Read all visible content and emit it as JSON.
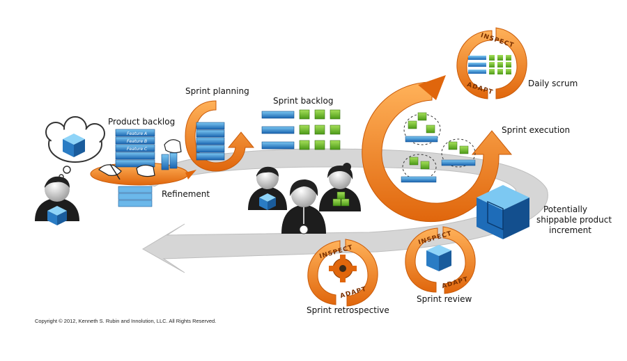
{
  "labels": {
    "product_backlog": "Product backlog",
    "features": [
      "Feature A",
      "Feature B",
      "Feature C"
    ],
    "refinement": "Refinement",
    "sprint_planning": "Sprint planning",
    "sprint_backlog": "Sprint backlog",
    "daily_scrum": "Daily scrum",
    "sprint_execution": "Sprint execution",
    "increment_line1": "Potentially",
    "increment_line2": "shippable product",
    "increment_line3": "increment",
    "sprint_review": "Sprint review",
    "sprint_retrospective": "Sprint retrospective"
  },
  "stamps": {
    "inspect": "INSPECT",
    "adapt": "ADAPT"
  },
  "copyright": "Copyright © 2012, Kenneth S. Rubin and Innolution, LLC. All Rights Reserved.",
  "colors": {
    "orange": "#f08a24",
    "orange_light": "#ffc07a",
    "blue": "#1f78c8",
    "blue_light": "#6cc0f0",
    "green": "#6cc02a",
    "ring_gray": "#d3d3d3"
  }
}
